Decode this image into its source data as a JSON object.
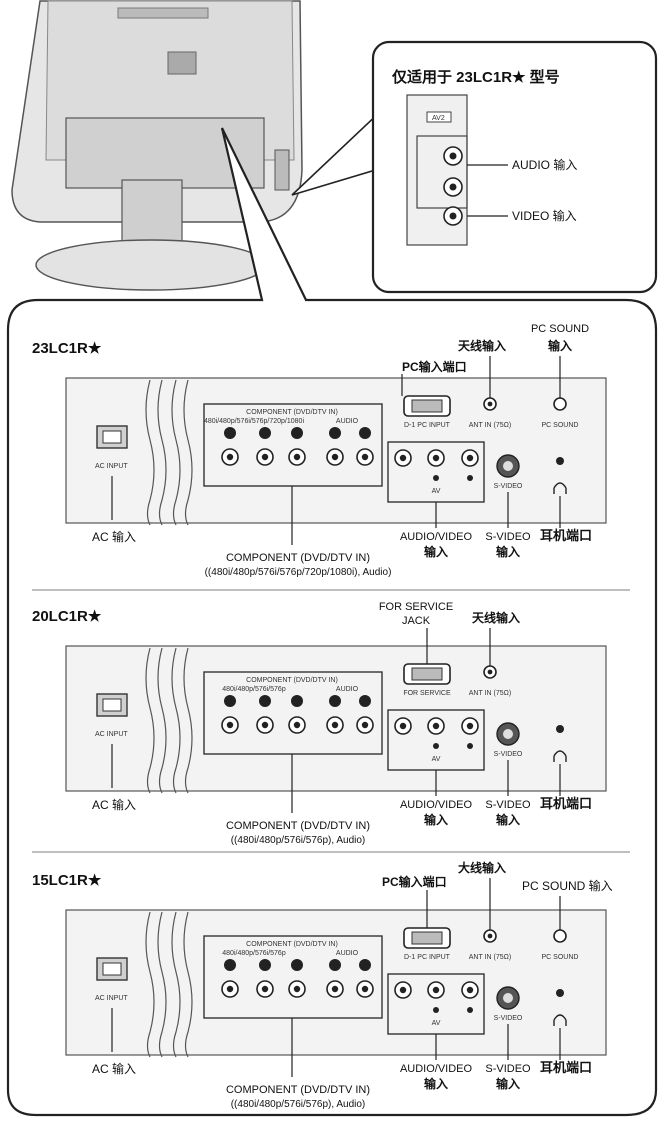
{
  "inset": {
    "title": "仅适用于 23LC1R★ 型号",
    "audio_label": "AUDIO 输入",
    "video_label": "VIDEO 输入"
  },
  "models": [
    {
      "name": "23LC1R★",
      "pc_port_label": "PC输入端口",
      "antenna_label": "天线输入",
      "pc_sound_label_1": "PC SOUND",
      "pc_sound_label_2": "输入",
      "ac_label": "AC 输入",
      "component_label_1": "COMPONENT (DVD/DTV IN)",
      "component_label_2": "((480i/480p/576i/576p/720p/1080i), Audio)",
      "av_label_1": "AUDIO/VIDEO",
      "av_label_2": "输入",
      "svideo_label_1": "S-VIDEO",
      "svideo_label_2": "输入",
      "headphone_label": "耳机端口"
    },
    {
      "name": "20LC1R★",
      "pc_port_label_1": "FOR SERVICE",
      "pc_port_label_2": "JACK",
      "antenna_label": "天线输入",
      "ac_label": "AC 输入",
      "component_label_1": "COMPONENT (DVD/DTV IN)",
      "component_label_2": "((480i/480p/576i/576p), Audio)",
      "av_label_1": "AUDIO/VIDEO",
      "av_label_2": "输入",
      "svideo_label_1": "S-VIDEO",
      "svideo_label_2": "输入",
      "headphone_label": "耳机端口"
    },
    {
      "name": "15LC1R★",
      "pc_port_label": "PC输入端口",
      "antenna_label": "大线输入",
      "pc_sound_label": "PC SOUND 输入",
      "ac_label": "AC 输入",
      "component_label_1": "COMPONENT (DVD/DTV IN)",
      "component_label_2": "((480i/480p/576i/576p), Audio)",
      "av_label_1": "AUDIO/VIDEO",
      "av_label_2": "输入",
      "svideo_label_1": "S-VIDEO",
      "svideo_label_2": "输入",
      "headphone_label": "耳机端口"
    }
  ],
  "panel_text": {
    "ac_input": "AC INPUT",
    "component_header": "COMPONENT (DVD/DTV IN)",
    "component_sub": "480i/480p/576i/576p/720p/1080i",
    "component_sub_short": "480i/480p/576i/576p",
    "audio": "AUDIO",
    "pc_input": "D-1 PC INPUT",
    "for_service": "FOR SERVICE",
    "ant_in": "ANT IN (75Ω)",
    "pc_sound": "PC SOUND",
    "s_video": "S-VIDEO",
    "av": "AV",
    "inset_header": "AV2"
  }
}
